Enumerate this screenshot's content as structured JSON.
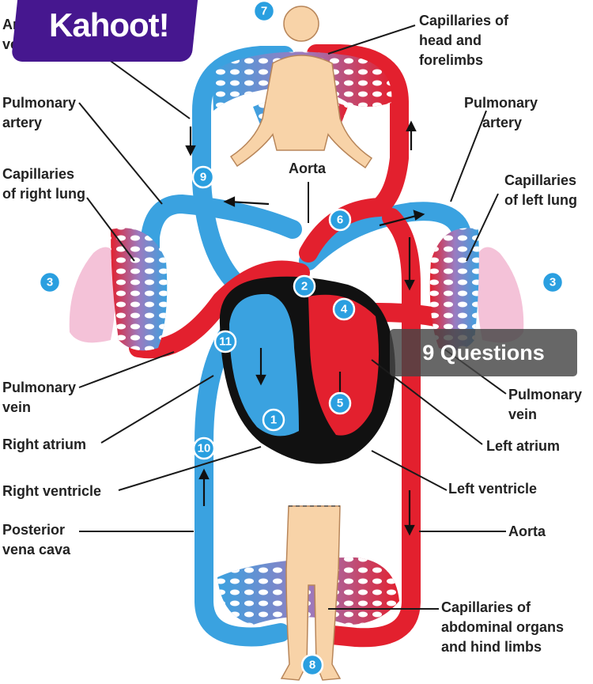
{
  "brand": {
    "logo_text": "Kahoot!"
  },
  "badge": {
    "questions": "9 Questions"
  },
  "labels": {
    "anterior_vena_cava_1": "An",
    "anterior_vena_cava_2": "ven",
    "pulmonary_artery_left_1": "Pulmonary",
    "pulmonary_artery_left_2": "artery",
    "capillaries_right_lung_1": "Capillaries",
    "capillaries_right_lung_2": "of right lung",
    "pulmonary_vein_left_1": "Pulmonary",
    "pulmonary_vein_left_2": "vein",
    "right_atrium": "Right atrium",
    "right_ventricle": "Right ventricle",
    "posterior_vena_cava_1": "Posterior",
    "posterior_vena_cava_2": "vena cava",
    "capillaries_head_1": "Capillaries of",
    "capillaries_head_2": "head and",
    "capillaries_head_3": "forelimbs",
    "aorta_top": "Aorta",
    "pulmonary_artery_right_1": "Pulmonary",
    "pulmonary_artery_right_2": "artery",
    "capillaries_left_lung_1": "Capillaries",
    "capillaries_left_lung_2": "of left lung",
    "pulmonary_vein_right_1": "Pulmonary",
    "pulmonary_vein_right_2": "vein",
    "left_atrium": "Left atrium",
    "left_ventricle": "Left ventricle",
    "aorta_bottom": "Aorta",
    "capillaries_abdominal_1": "Capillaries of",
    "capillaries_abdominal_2": "abdominal organs",
    "capillaries_abdominal_3": "and hind limbs"
  },
  "numbers": {
    "n1": "1",
    "n2": "2",
    "n3a": "3",
    "n3b": "3",
    "n4": "4",
    "n5": "5",
    "n6": "6",
    "n7": "7",
    "n8": "8",
    "n9": "9",
    "n10": "10",
    "n11": "11"
  },
  "colors": {
    "oxygen_poor": "#3aa2e0",
    "oxygen_rich": "#e3202e",
    "heart_wall": "#111111",
    "lung": "#f4c2d8",
    "skin": "#f8d3a8",
    "number_badge": "#2a9fe0",
    "kahoot_purple": "#46178f"
  }
}
